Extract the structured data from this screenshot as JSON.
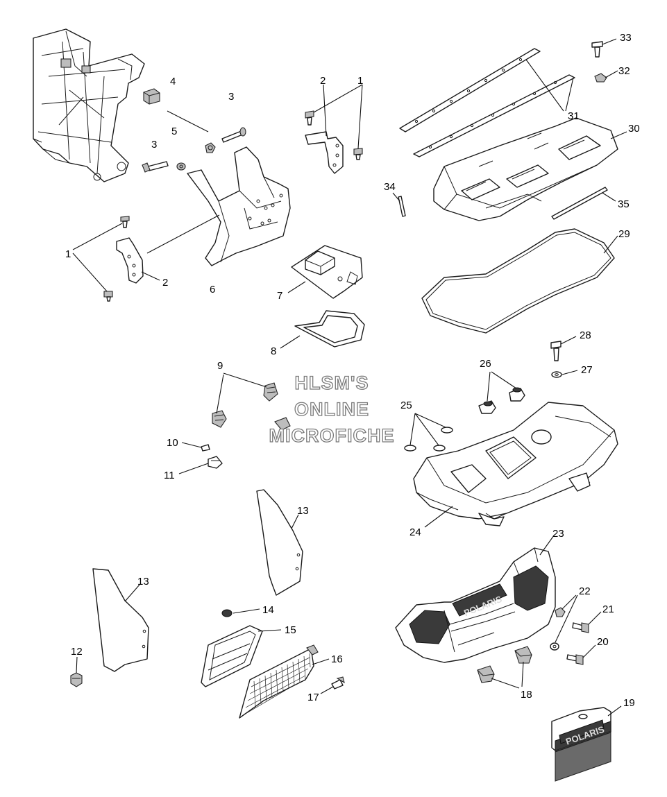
{
  "watermark": {
    "line1": "HLSM'S",
    "line2": "ONLINE",
    "line3": "MICROFICHE"
  },
  "brand_marks": {
    "bumper_text": "POLARIS",
    "plate_text": "POLARIS"
  },
  "callouts": [
    {
      "id": "c1a",
      "label": "1"
    },
    {
      "id": "c2a",
      "label": "2"
    },
    {
      "id": "c1b",
      "label": "1"
    },
    {
      "id": "c2b",
      "label": "2"
    },
    {
      "id": "c3a",
      "label": "3"
    },
    {
      "id": "c3b",
      "label": "3"
    },
    {
      "id": "c4",
      "label": "4"
    },
    {
      "id": "c5",
      "label": "5"
    },
    {
      "id": "c6",
      "label": "6"
    },
    {
      "id": "c7",
      "label": "7"
    },
    {
      "id": "c8",
      "label": "8"
    },
    {
      "id": "c9",
      "label": "9"
    },
    {
      "id": "c10",
      "label": "10"
    },
    {
      "id": "c11",
      "label": "11"
    },
    {
      "id": "c12",
      "label": "12"
    },
    {
      "id": "c13a",
      "label": "13"
    },
    {
      "id": "c13b",
      "label": "13"
    },
    {
      "id": "c14",
      "label": "14"
    },
    {
      "id": "c15",
      "label": "15"
    },
    {
      "id": "c16",
      "label": "16"
    },
    {
      "id": "c17",
      "label": "17"
    },
    {
      "id": "c18",
      "label": "18"
    },
    {
      "id": "c19",
      "label": "19"
    },
    {
      "id": "c20",
      "label": "20"
    },
    {
      "id": "c21",
      "label": "21"
    },
    {
      "id": "c22",
      "label": "22"
    },
    {
      "id": "c23",
      "label": "23"
    },
    {
      "id": "c24",
      "label": "24"
    },
    {
      "id": "c25",
      "label": "25"
    },
    {
      "id": "c26",
      "label": "26"
    },
    {
      "id": "c27",
      "label": "27"
    },
    {
      "id": "c28",
      "label": "28"
    },
    {
      "id": "c29",
      "label": "29"
    },
    {
      "id": "c30",
      "label": "30"
    },
    {
      "id": "c31",
      "label": "31"
    },
    {
      "id": "c32",
      "label": "32"
    },
    {
      "id": "c33",
      "label": "33"
    },
    {
      "id": "c34",
      "label": "34"
    },
    {
      "id": "c35",
      "label": "35"
    }
  ]
}
